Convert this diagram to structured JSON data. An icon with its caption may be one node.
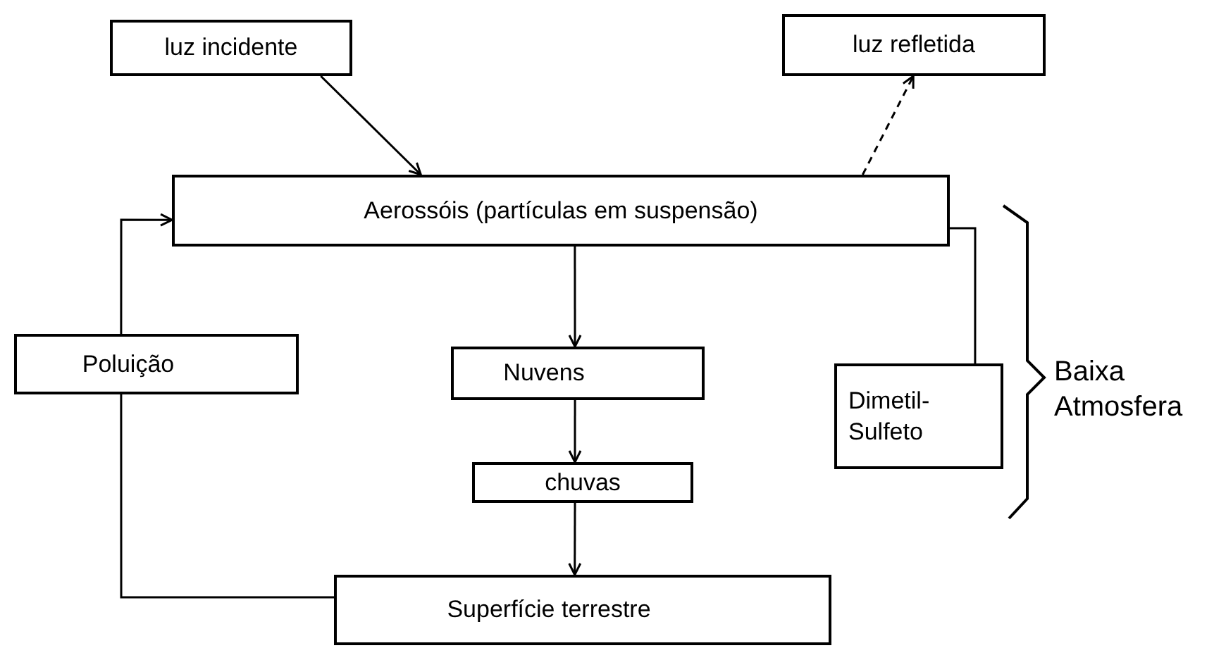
{
  "diagram": {
    "nodes": [
      {
        "text": [
          "luz incidente"
        ]
      },
      {
        "text": [
          "luz refletida"
        ]
      },
      {
        "text": [
          "Aerossóis (partículas em suspensão)"
        ]
      },
      {
        "text": [
          "Poluição"
        ]
      },
      {
        "text": [
          "Nuvens"
        ]
      },
      {
        "text": [
          "Dimetil- Sulfeto"
        ]
      },
      {
        "text": [
          "chuvas"
        ]
      },
      {
        "text": [
          "Superfície terrestre"
        ]
      }
    ],
    "edges": [
      {
        "from": 0,
        "to": 2,
        "arrow": "to"
      },
      {
        "from": 2,
        "to": 1,
        "arrow": "to",
        "style": "dashed"
      },
      {
        "from": 3,
        "to": 2,
        "arrow": "to"
      },
      {
        "from": 7,
        "to": 3,
        "arrow": "none"
      },
      {
        "from": 2,
        "to": 5,
        "arrow": "none"
      },
      {
        "from": 2,
        "to": 4,
        "arrow": "to"
      },
      {
        "from": 4,
        "to": 6,
        "arrow": "to"
      },
      {
        "from": 6,
        "to": 7,
        "arrow": "to"
      }
    ],
    "labels": [
      "Baixa Atmosfera"
    ]
  }
}
